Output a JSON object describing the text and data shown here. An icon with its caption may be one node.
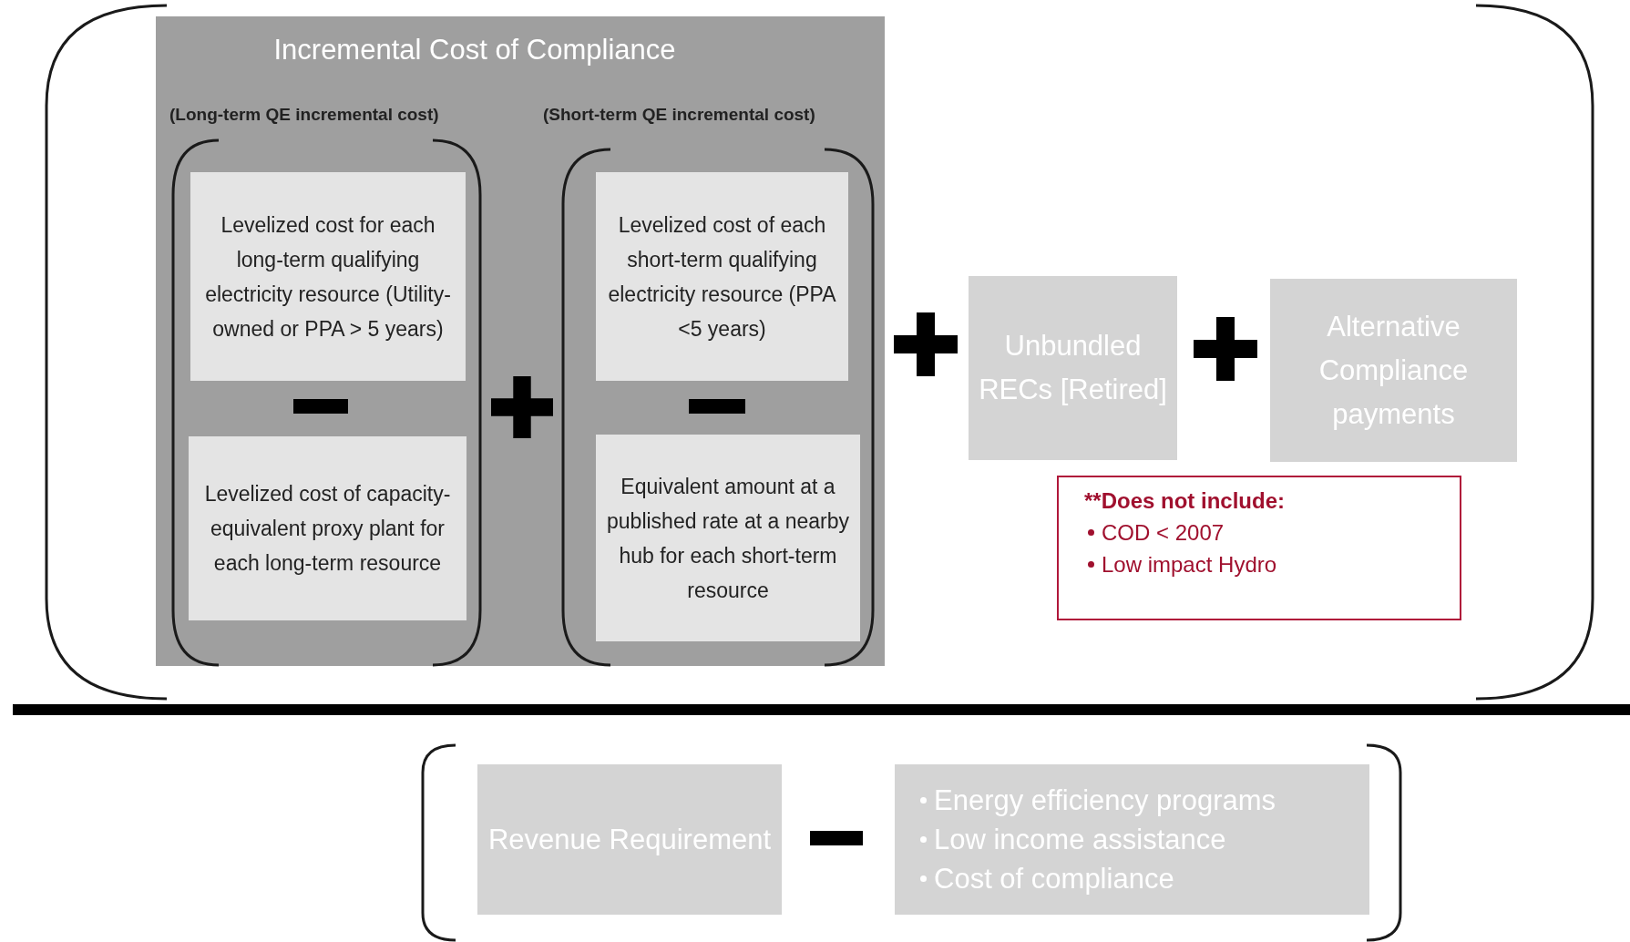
{
  "diagram": {
    "nodes": [
      {
        "text": [
          "Incremental Cost of Compliance"
        ]
      },
      {
        "text": [
          "Levelized cost for each long-term qualifying electricity resource (Utility-owned or PPA > 5 years)"
        ],
        "in": 0
      },
      {
        "text": [
          "Levelized cost of capacity- equivalent proxy plant for each long-term resource"
        ],
        "in": 0
      },
      {
        "text": [
          "Levelized cost of each short-term qualifying electricity resource (PPA <5 years)"
        ],
        "in": 0
      },
      {
        "text": [
          "Equivalent amount at a published rate at a nearby hub for each short-term resource"
        ],
        "in": 0
      },
      {
        "text": [
          "Unbundled RECs [Retired]"
        ]
      },
      {
        "text": [
          "Alternative Compliance payments"
        ]
      },
      {
        "text": [
          "**Does not include:",
          "COD < 2007",
          "Low impact Hydro"
        ]
      },
      {
        "text": [
          "Revenue Requirement"
        ]
      },
      {
        "text": [
          "Energy efficiency programs",
          "Low income assistance",
          "Cost of compliance"
        ]
      }
    ],
    "labels": [
      "(Long-term QE incremental cost)",
      "(Short-term QE incremental cost)"
    ]
  }
}
